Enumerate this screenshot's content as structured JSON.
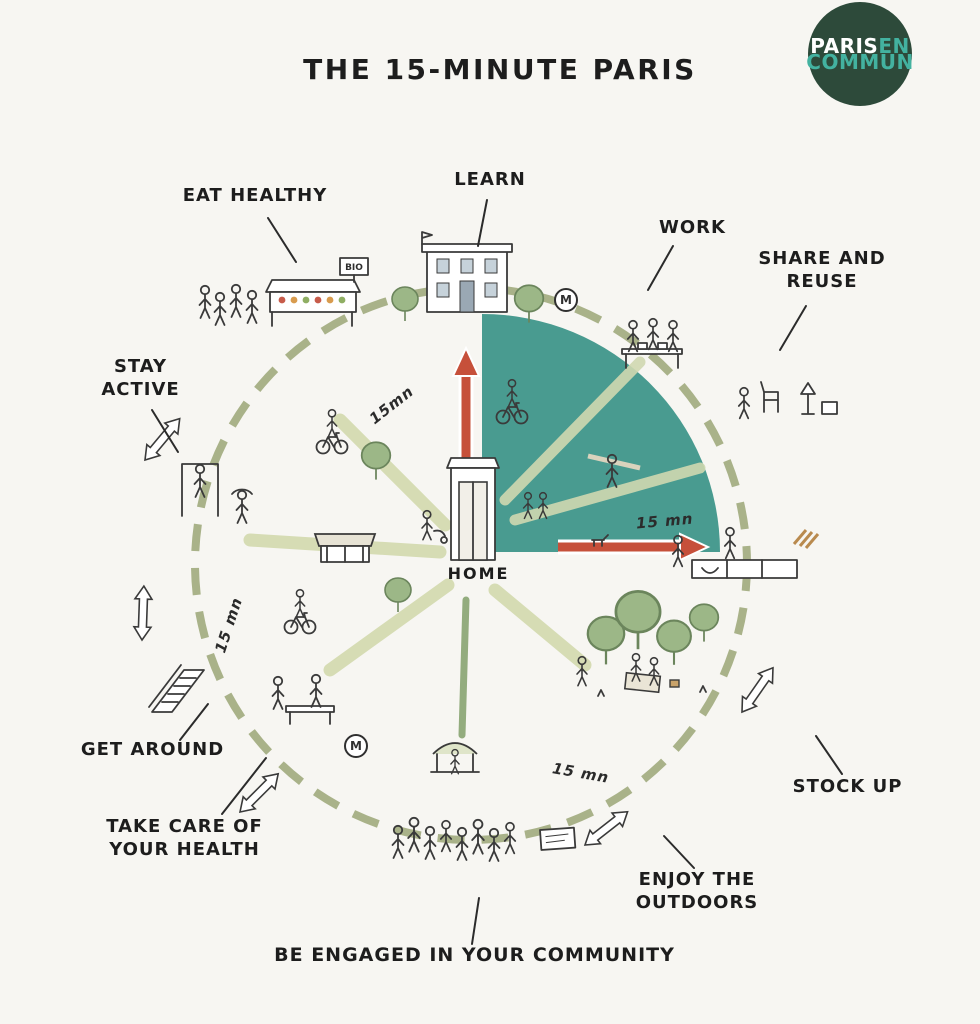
{
  "title": "THE 15-MINUTE PARIS",
  "logo": {
    "paris": "PARIS",
    "en": "EN",
    "commun": "COMMUN"
  },
  "center": {
    "home": "HOME"
  },
  "activities": {
    "eat_healthy": "EAT HEALTHY",
    "learn": "LEARN",
    "work": "WORK",
    "share_reuse": {
      "line1": "SHARE AND",
      "line2": "REUSE"
    },
    "stay_active": {
      "line1": "STAY",
      "line2": "ACTIVE"
    },
    "get_around": "GET AROUND",
    "take_care": {
      "line1": "TAKE CARE OF",
      "line2": "YOUR HEALTH"
    },
    "community": "BE ENGAGED IN YOUR COMMUNITY",
    "outdoors": {
      "line1": "ENJOY THE",
      "line2": "OUTDOORS"
    },
    "stock_up": "STOCK UP"
  },
  "time_markers": {
    "north": "15mn",
    "east": "15 mn",
    "west": "15 mn",
    "south": "15 mn"
  },
  "signs": {
    "bio": "BIO",
    "metro": "M"
  },
  "colors": {
    "background": "#f7f6f2",
    "teal_sector": "#3f968a",
    "dashed_ring": "#a9b289",
    "red_arrow": "#c6503a",
    "road": "#d6dcb4",
    "logo_bg": "#2d4a3a",
    "logo_teal": "#43b2a0",
    "ink": "#3a3a3a"
  }
}
